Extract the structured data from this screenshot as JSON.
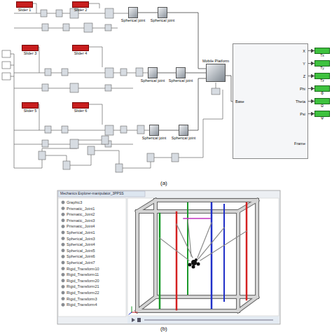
{
  "diagram": {
    "nodes": [
      {
        "text": [
          "Slider 1"
        ]
      },
      {
        "text": [
          "Slider 2"
        ]
      },
      {
        "text": [
          "Slider 3"
        ]
      },
      {
        "text": [
          "Slider 4"
        ]
      },
      {
        "text": [
          "Slider 5"
        ]
      },
      {
        "text": [
          "Slider 6"
        ]
      },
      {
        "text": [
          "Spherical joint"
        ]
      },
      {
        "text": [
          "Spherical joint"
        ]
      },
      {
        "text": [
          "Spherical joint"
        ]
      },
      {
        "text": [
          "Spherical joint"
        ]
      },
      {
        "text": [
          "Spherical joint"
        ]
      },
      {
        "text": [
          "Spherical joint"
        ]
      },
      {
        "text": [
          "Mobile Platform"
        ]
      },
      {
        "text": [
          "Base",
          "X",
          "Y",
          "Z",
          "Phi",
          "Theta",
          "Psi",
          "Frame"
        ]
      },
      {
        "text": [
          "Tx"
        ]
      },
      {
        "text": [
          "Ty"
        ]
      },
      {
        "text": [
          "Tz"
        ]
      },
      {
        "text": [
          "Φ"
        ]
      },
      {
        "text": [
          "Θ"
        ]
      },
      {
        "text": [
          "Ψ"
        ]
      }
    ],
    "edges": [
      {
        "from": 6,
        "to": 7,
        "arrow": "none"
      },
      {
        "from": 8,
        "to": 9,
        "arrow": "none"
      },
      {
        "from": 10,
        "to": 11,
        "arrow": "none"
      },
      {
        "from": 7,
        "to": 12,
        "arrow": "none"
      },
      {
        "from": 9,
        "to": 12,
        "arrow": "none"
      },
      {
        "from": 11,
        "to": 12,
        "arrow": "none"
      },
      {
        "from": 12,
        "to": 13,
        "arrow": "none"
      },
      {
        "from": 13,
        "to": 14,
        "arrow": "to"
      },
      {
        "from": 13,
        "to": 15,
        "arrow": "to"
      },
      {
        "from": 13,
        "to": 16,
        "arrow": "to"
      },
      {
        "from": 13,
        "to": 17,
        "arrow": "to"
      },
      {
        "from": 13,
        "to": 18,
        "arrow": "to"
      },
      {
        "from": 13,
        "to": 19,
        "arrow": "to"
      }
    ],
    "labels": [
      "(a)",
      "(b)",
      "Mechanics Explorer-manipulator_3PPSS",
      "Graphic3",
      "Prismatic_Joint1",
      "Prismatic_Joint2",
      "Prismatic_Joint3",
      "Prismatic_Joint4",
      "Spherical_Joint1",
      "Spherical_Joint3",
      "Spherical_Joint4",
      "Spherical_Joint5",
      "Spherical_Joint6",
      "Spherical_Joint7",
      "Rigid_Transform10",
      "Rigid_Transform11",
      "Rigid_Transform20",
      "Rigid_Transform21",
      "Rigid_Transform22",
      "Rigid_Transform3",
      "Rigid_Transform4"
    ]
  }
}
